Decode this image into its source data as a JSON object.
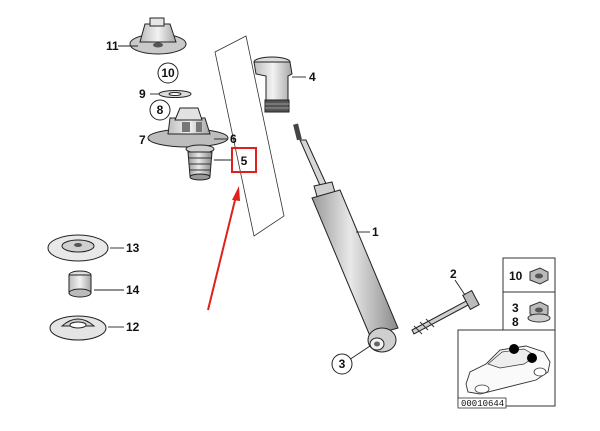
{
  "callouts": {
    "c1": "1",
    "c2": "2",
    "c3": "3",
    "c4": "4",
    "c5": "5",
    "c6": "6",
    "c7": "7",
    "c8": "8",
    "c9": "9",
    "c10": "10",
    "c11": "11",
    "c12": "12",
    "c13": "13",
    "c14": "14"
  },
  "inset_labels": {
    "nut_top": "10",
    "nut_bottom_a": "3",
    "nut_bottom_b": "8"
  },
  "diagram_ref": "00010644",
  "colors": {
    "highlight": "#e0201a",
    "part_fill": "#d8d8d8",
    "part_dark": "#555555",
    "line": "#222222"
  }
}
